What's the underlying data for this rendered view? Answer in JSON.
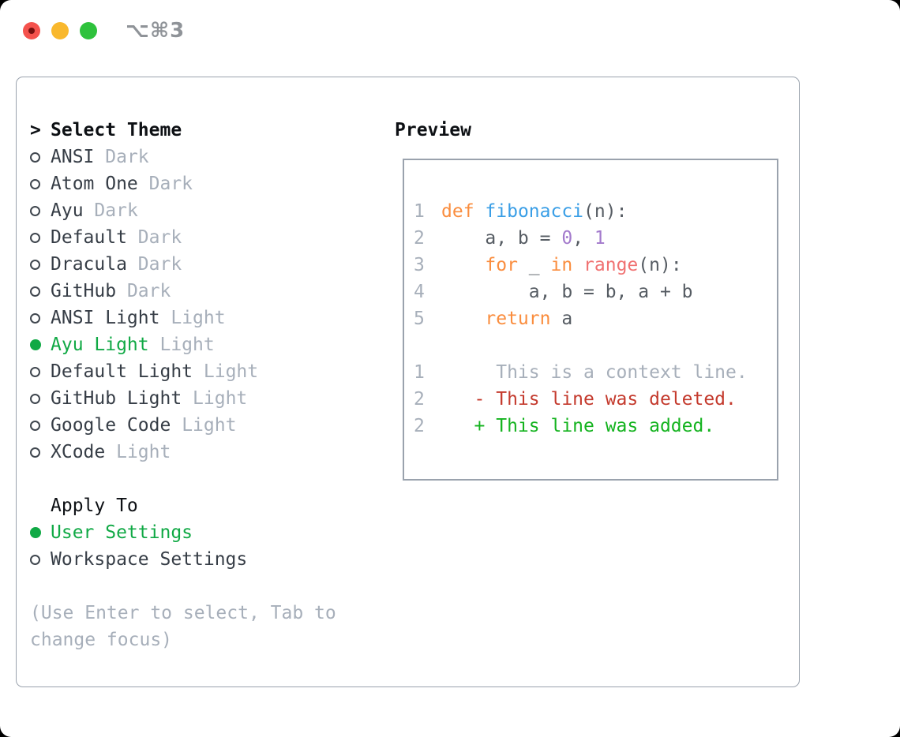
{
  "colors": {
    "accent": "#10a945",
    "black": "#0d1014",
    "text": "#363d46",
    "muted": "#a7afba",
    "border": "#9aa2ad",
    "radio-ring": "#40474f",
    "code-fg": "#565c63",
    "kw": "#fa8d3e",
    "fn": "#399ee6",
    "numlit": "#a37acc",
    "builtin": "#f07171",
    "del": "#c43a2d",
    "add": "#14b31f",
    "tl-red": "#f4524d",
    "tl-red-dot": "#76100f",
    "tl-yellow": "#f9b82d",
    "tl-green": "#2ec23c",
    "shortcut": "#8f9398"
  },
  "titlebar": {
    "shortcut": "⌥⌘3"
  },
  "theme_list": {
    "prompt": ">",
    "header": "Select Theme",
    "items": [
      {
        "name": "ANSI",
        "tag": "Dark",
        "selected": false
      },
      {
        "name": "Atom One",
        "tag": "Dark",
        "selected": false
      },
      {
        "name": "Ayu",
        "tag": "Dark",
        "selected": false
      },
      {
        "name": "Default",
        "tag": "Dark",
        "selected": false
      },
      {
        "name": "Dracula",
        "tag": "Dark",
        "selected": false
      },
      {
        "name": "GitHub",
        "tag": "Dark",
        "selected": false
      },
      {
        "name": "ANSI Light",
        "tag": "Light",
        "selected": false
      },
      {
        "name": "Ayu Light",
        "tag": "Light",
        "selected": true
      },
      {
        "name": "Default Light",
        "tag": "Light",
        "selected": false
      },
      {
        "name": "GitHub Light",
        "tag": "Light",
        "selected": false
      },
      {
        "name": "Google Code",
        "tag": "Light",
        "selected": false
      },
      {
        "name": "XCode",
        "tag": "Light",
        "selected": false
      }
    ]
  },
  "apply_to": {
    "header": "Apply To",
    "options": [
      {
        "label": "User Settings",
        "selected": true
      },
      {
        "label": "Workspace Settings",
        "selected": false
      }
    ]
  },
  "hint": "(Use Enter to select, Tab to change focus)",
  "preview": {
    "label": "Preview",
    "code_lines": [
      {
        "num": "1",
        "tokens": [
          {
            "text": "def",
            "role": "kw"
          },
          {
            "text": " ",
            "role": "fg"
          },
          {
            "text": "fibonacci",
            "role": "fn"
          },
          {
            "text": "(n):",
            "role": "fg"
          }
        ]
      },
      {
        "num": "2",
        "tokens": [
          {
            "text": "    a, b = ",
            "role": "fg"
          },
          {
            "text": "0",
            "role": "num"
          },
          {
            "text": ", ",
            "role": "fg"
          },
          {
            "text": "1",
            "role": "num"
          }
        ]
      },
      {
        "num": "3",
        "tokens": [
          {
            "text": "    ",
            "role": "fg"
          },
          {
            "text": "for",
            "role": "kw"
          },
          {
            "text": " _ ",
            "role": "fg"
          },
          {
            "text": "in",
            "role": "kw"
          },
          {
            "text": " ",
            "role": "fg"
          },
          {
            "text": "range",
            "role": "bi"
          },
          {
            "text": "(n):",
            "role": "fg"
          }
        ]
      },
      {
        "num": "4",
        "tokens": [
          {
            "text": "        a, b = b, a + b",
            "role": "fg"
          }
        ]
      },
      {
        "num": "5",
        "tokens": [
          {
            "text": "    ",
            "role": "fg"
          },
          {
            "text": "return",
            "role": "kw"
          },
          {
            "text": " a",
            "role": "fg"
          }
        ]
      },
      {
        "num": "",
        "tokens": []
      },
      {
        "num": "1",
        "tokens": [
          {
            "text": "     This is a context line.",
            "role": "muted"
          }
        ]
      },
      {
        "num": "2",
        "tokens": [
          {
            "text": "   - This line was deleted.",
            "role": "del"
          }
        ]
      },
      {
        "num": "2",
        "tokens": [
          {
            "text": "   + This line was added.",
            "role": "add"
          }
        ]
      }
    ]
  }
}
